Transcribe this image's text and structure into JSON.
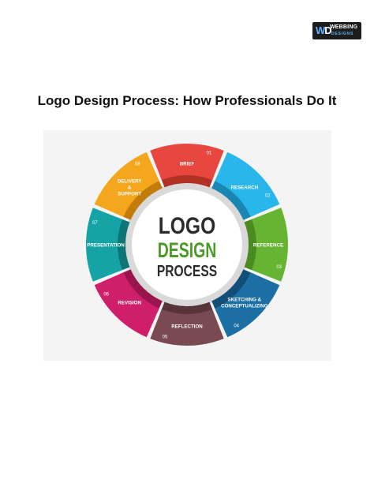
{
  "brand": {
    "mark": [
      "W",
      "D"
    ],
    "line1": "WEBBING",
    "line2": "DESIGNS"
  },
  "title": "Logo Design Process: How Professionals Do It",
  "diagram": {
    "center": {
      "line1": "LOGO",
      "line2": "DESIGN",
      "line3": "PROCESS"
    },
    "colors": {
      "center_dark": "#2b2b2b",
      "center_green": "#4c9a2a",
      "hub_ring": "#d9d9d9"
    },
    "steps": [
      {
        "number": "01",
        "lines": [
          "BRIEF"
        ],
        "color": "#e8473f",
        "shadow": "#b23127"
      },
      {
        "number": "02",
        "lines": [
          "RESEARCH"
        ],
        "color": "#29b6ea",
        "shadow": "#1a86b3"
      },
      {
        "number": "03",
        "lines": [
          "REFERENCE"
        ],
        "color": "#66b431",
        "shadow": "#4a8a21"
      },
      {
        "number": "04",
        "lines": [
          "SKETCHING &",
          "CONCEPTUALIZING"
        ],
        "color": "#1b6fa5",
        "shadow": "#114e78"
      },
      {
        "number": "05",
        "lines": [
          "REFLECTION"
        ],
        "color": "#7a4a52",
        "shadow": "#57333a"
      },
      {
        "number": "06",
        "lines": [
          "REVISION"
        ],
        "color": "#cf1f6b",
        "shadow": "#9a154e"
      },
      {
        "number": "07",
        "lines": [
          "PRESENTATION"
        ],
        "color": "#16a3a6",
        "shadow": "#0e7577"
      },
      {
        "number": "08",
        "lines": [
          "DELIVERY",
          "&",
          "SUPPORT"
        ],
        "color": "#f4a61c",
        "shadow": "#c27c0c"
      }
    ]
  }
}
